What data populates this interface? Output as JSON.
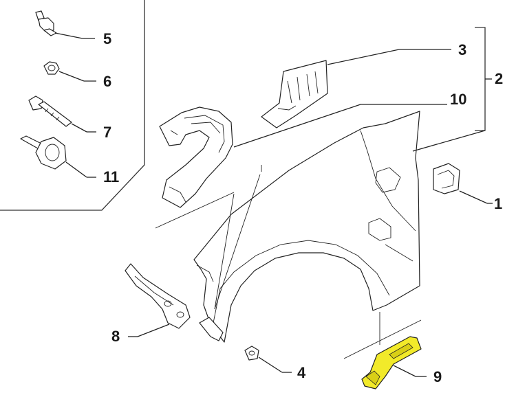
{
  "callouts": {
    "c1": "1",
    "c2": "2",
    "c3": "3",
    "c4": "4",
    "c5": "5",
    "c6": "6",
    "c7": "7",
    "c8": "8",
    "c9": "9",
    "c10": "10",
    "c11": "11"
  },
  "colors": {
    "highlight": "#f2ea2a",
    "line": "#222222",
    "background": "#ffffff"
  }
}
